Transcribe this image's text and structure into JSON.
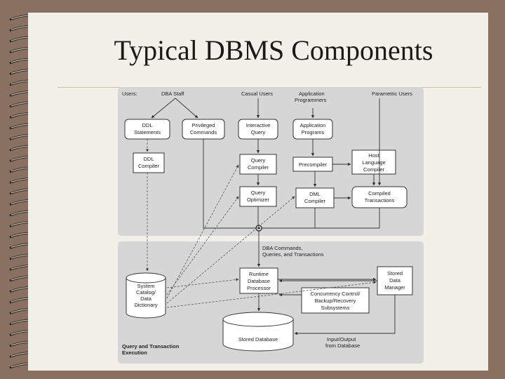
{
  "slide": {
    "title": "Typical DBMS Components",
    "colors": {
      "background": "#8a7060",
      "paper": "#f2f0e8",
      "panel": "#d6d6d6",
      "box": "#ffffff",
      "line": "#333333"
    }
  },
  "diagram": {
    "users_label": "Users:",
    "user_groups": [
      "DBA Staff",
      "Casual Users",
      "Application Programmers",
      "Parametric Users"
    ],
    "boxes": {
      "ddl_statements": [
        "DDL",
        "Statements"
      ],
      "privileged_commands": [
        "Privileged",
        "Commands"
      ],
      "interactive_query": [
        "Interactive",
        "Query"
      ],
      "application_programs": [
        "Application",
        "Programs"
      ],
      "ddl_compiler": [
        "DDL",
        "Compiler"
      ],
      "query_compiler": [
        "Query",
        "Compiler"
      ],
      "precompiler": [
        "Precompiler"
      ],
      "host_language_compiler": [
        "Host",
        "Language",
        "Compiler"
      ],
      "query_optimizer": [
        "Query",
        "Optimizer"
      ],
      "dml_compiler": [
        "DML",
        "Compiler"
      ],
      "compiled_transactions": [
        "Compiled",
        "Transactions"
      ],
      "system_catalog": [
        "System",
        "Catalog/",
        "Data",
        "Dictionary"
      ],
      "runtime_processor": [
        "Runtime",
        "Database",
        "Processor"
      ],
      "stored_data_manager": [
        "Stored",
        "Data",
        "Manager"
      ],
      "concurrency_control": [
        "Concurrency Control/",
        "Backup/Recovery",
        "Subsystems"
      ],
      "stored_database": [
        "Stored Database"
      ]
    },
    "dba_commands_label": [
      "DBA Commands,",
      "Queries, and Transactions"
    ],
    "io_label": [
      "Input/Output",
      "from Database"
    ],
    "execution_label": [
      "Query and Transaction",
      "Execution"
    ]
  }
}
